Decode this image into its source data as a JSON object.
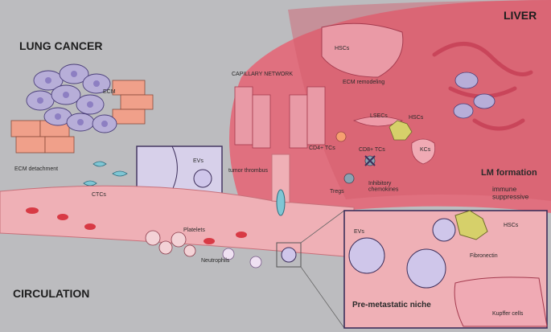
{
  "regions": {
    "lung_cancer": "LUNG CANCER",
    "liver": "LIVER",
    "circulation": "CIRCULATION"
  },
  "labels": {
    "ecm": "ECM",
    "ecm_detachment": "ECM detachment",
    "ctcs": "CTCs",
    "evs_inset": "EVs",
    "capillary_network": "CAPILLARY NETWORK",
    "tumor_thrombus": "tumor thrombus",
    "hscs_top": "HSCs",
    "ecm_remodeling": "ECM remodeling",
    "lsecs": "LSECs",
    "hscs_mid": "HSCs",
    "cd4_tcs": "CD4+ TCs",
    "cd8_tcs": "CD8+ TCs",
    "kcs": "KCs",
    "tregs": "Tregs",
    "inhibitory_chemokines": "Inhibitory\nchemokines",
    "lm_formation": "LM formation",
    "immune_suppressive": "immune\nsuppressive",
    "platelets": "Platelets",
    "neutrophils": "Neutrophils",
    "niche_evs": "EVs",
    "niche_hscs": "HSCs",
    "fibronectin": "Fibronectin",
    "kupffer_cells": "Kupffer cells",
    "pre_metastatic_niche": "Pre-metastatic niche"
  },
  "colors": {
    "background": "#bcbcbf",
    "liver": "#e0707f",
    "liver_dark": "#c9455a",
    "vessel": "#efb0b6",
    "tumor_cell": "#b7aed8",
    "ctc": "#7fc6d4",
    "ecm_tile": "#f0a08a",
    "hsc": "#d6d06a",
    "rbc": "#d83a45"
  }
}
